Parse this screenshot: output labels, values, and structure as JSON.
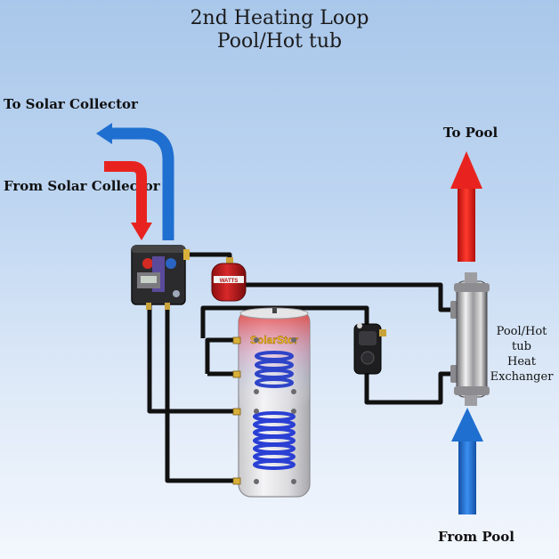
{
  "title": {
    "line1": "2nd Heating Loop",
    "line2": "Pool/Hot tub"
  },
  "labels": {
    "to_collector": "To Solar Collector",
    "from_collector": "From Solar Collector",
    "to_pool": "To Pool",
    "from_pool": "From Pool",
    "hx_line1": "Pool/Hot tub",
    "hx_line2": "Heat",
    "hx_line3": "Exchanger"
  },
  "components": {
    "tank_brand": "SolarStor",
    "expansion_tank_brand": "WATTS"
  },
  "colors": {
    "hot": "#e8231f",
    "cold": "#1f6fd0",
    "pipe": "#111111",
    "background_top": "#a9c7ea",
    "background_bottom": "#f3f7fd"
  }
}
